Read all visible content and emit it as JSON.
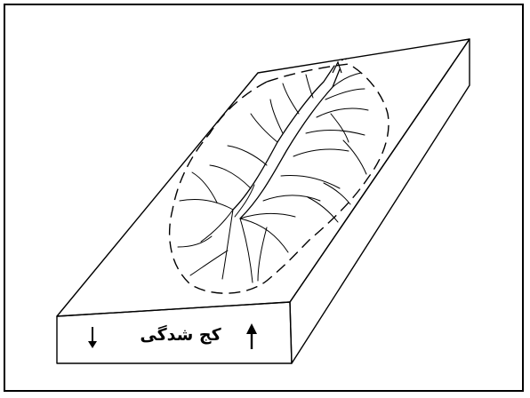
{
  "diagram": {
    "label": "کج شدگی",
    "arrows": {
      "left": "down",
      "right": "up"
    },
    "icons": [
      "down-arrow-icon",
      "up-arrow-icon"
    ]
  }
}
